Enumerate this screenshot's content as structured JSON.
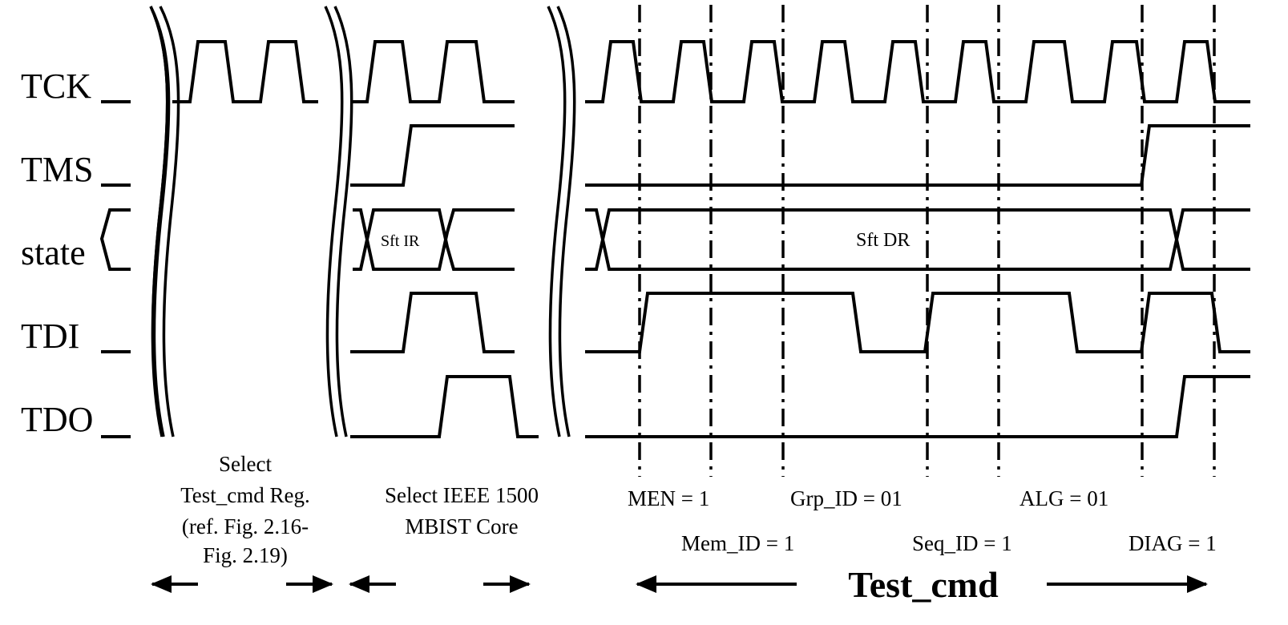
{
  "signals": {
    "tck": "TCK",
    "tms": "TMS",
    "state": "state",
    "tdi": "TDI",
    "tdo": "TDO"
  },
  "states": {
    "sft_ir": "Sft IR",
    "sft_dr": "Sft DR"
  },
  "captions": {
    "select_test_cmd": [
      "Select",
      "Test_cmd Reg.",
      "(ref. Fig. 2.16-",
      "Fig. 2.19)"
    ],
    "select_core": [
      "Select IEEE 1500",
      "MBIST Core"
    ]
  },
  "fields": {
    "men": "MEN = 1",
    "grp_id": "Grp_ID = 01",
    "alg": "ALG = 01",
    "mem_id": "Mem_ID = 1",
    "seq_id": "Seq_ID = 1",
    "diag": "DIAG = 1"
  },
  "test_cmd": "Test_cmd"
}
